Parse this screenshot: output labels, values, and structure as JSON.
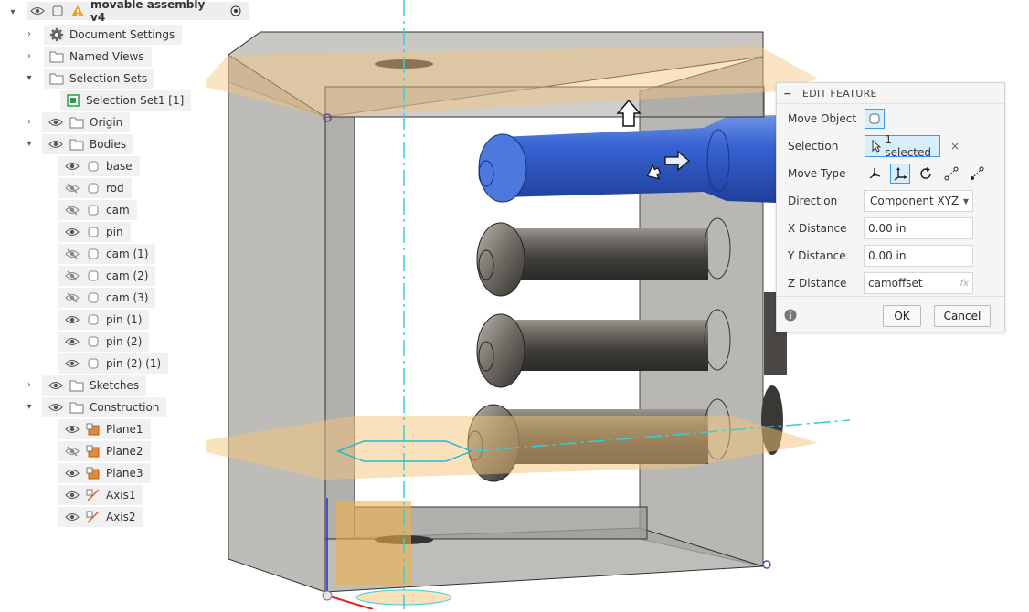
{
  "browser": {
    "root": {
      "label": "movable assembly v4"
    },
    "items": [
      {
        "label": "Document Settings",
        "icon": "gear-icon"
      },
      {
        "label": "Named Views",
        "icon": "folder-icon"
      },
      {
        "label": "Selection Sets",
        "icon": "folder-icon"
      },
      {
        "label": "Selection Set1 [1]",
        "icon": "selection-set-icon"
      },
      {
        "label": "Origin",
        "icon": "folder-icon"
      },
      {
        "label": "Bodies",
        "icon": "folder-icon"
      },
      {
        "label": "base",
        "icon": "body-icon"
      },
      {
        "label": "rod",
        "icon": "body-icon"
      },
      {
        "label": "cam",
        "icon": "body-icon"
      },
      {
        "label": "pin",
        "icon": "body-icon"
      },
      {
        "label": "cam (1)",
        "icon": "body-icon"
      },
      {
        "label": "cam (2)",
        "icon": "body-icon"
      },
      {
        "label": "cam (3)",
        "icon": "body-icon"
      },
      {
        "label": "pin (1)",
        "icon": "body-icon"
      },
      {
        "label": "pin (2)",
        "icon": "body-icon"
      },
      {
        "label": "pin (2) (1)",
        "icon": "body-icon"
      },
      {
        "label": "Sketches",
        "icon": "folder-icon"
      },
      {
        "label": "Construction",
        "icon": "folder-icon"
      },
      {
        "label": "Plane1",
        "icon": "plane-icon"
      },
      {
        "label": "Plane2",
        "icon": "plane-icon"
      },
      {
        "label": "Plane3",
        "icon": "plane-icon"
      },
      {
        "label": "Axis1",
        "icon": "axis-icon"
      },
      {
        "label": "Axis2",
        "icon": "axis-icon"
      }
    ]
  },
  "panel": {
    "title": "EDIT FEATURE",
    "move_object_label": "Move Object",
    "selection_label": "Selection",
    "selection_value": "1 selected",
    "clear_glyph": "×",
    "move_type_label": "Move Type",
    "direction_label": "Direction",
    "direction_value": "Component XYZ",
    "x_label": "X Distance",
    "x_value": "0.00 in",
    "y_label": "Y Distance",
    "y_value": "0.00 in",
    "z_label": "Z Distance",
    "z_value": "camoffset",
    "fx_label": "fx",
    "ok_label": "OK",
    "cancel_label": "Cancel"
  },
  "colors": {
    "selected_body": "#2f5fc4",
    "plane": "#f3c47a",
    "axis": "#35d0d8",
    "panel_accent": "#3c9ae8"
  }
}
